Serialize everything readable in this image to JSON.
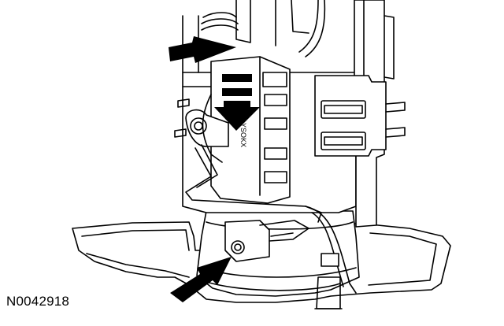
{
  "figure": {
    "reference_number": "N0042918",
    "component_marking": "YSOKX",
    "callout_arrows": [
      {
        "name": "upper-left-arrow",
        "icon": "callout-arrow-right"
      },
      {
        "name": "down-arrow",
        "icon": "callout-arrow-down"
      },
      {
        "name": "lower-left-arrow",
        "icon": "callout-arrow-up-right"
      }
    ],
    "colors": {
      "line": "#000000",
      "background": "#ffffff"
    }
  }
}
